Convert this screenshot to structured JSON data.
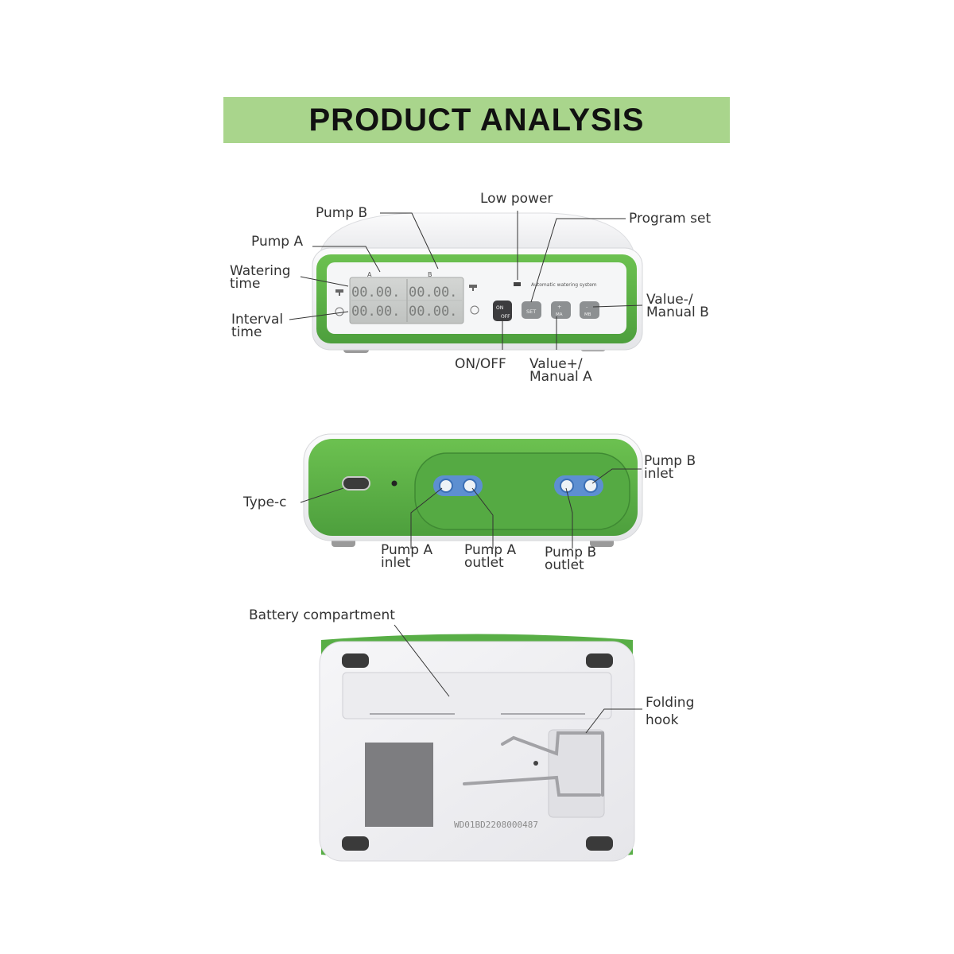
{
  "banner": {
    "title": "PRODUCT ANALYSIS"
  },
  "colors": {
    "banner_green": "#a9d58c",
    "device_green": "#5cb448",
    "device_white": "#f2f2f4",
    "lcd": "#c9ccca"
  },
  "front_view": {
    "labels": {
      "pump_b": "Pump B",
      "pump_a": "Pump A",
      "watering_time": [
        "Watering",
        "time"
      ],
      "interval_time": [
        "Interval",
        "time"
      ],
      "low_power": "Low power",
      "program_set": "Program set",
      "value_minus": [
        "Value-/",
        "Manual B"
      ],
      "on_off": "ON/OFF",
      "value_plus": [
        "Value+/",
        "Manual A"
      ]
    },
    "panel": {
      "lcd_col_a": "A",
      "lcd_col_b": "B",
      "lcd_digits": "00.00.",
      "brand_text": "Automatic watering system",
      "btn_on": "ON",
      "btn_off": "OFF",
      "btn_set": "SET",
      "btn_plus": "+",
      "btn_ma": "MA",
      "btn_minus": "-",
      "btn_mb": "MB"
    }
  },
  "side_view": {
    "labels": {
      "type_c": "Type-c",
      "pump_b_inlet": [
        "Pump B",
        "inlet"
      ],
      "pump_a_inlet": [
        "Pump A",
        "inlet"
      ],
      "pump_a_outlet": [
        "Pump A",
        "outlet"
      ],
      "pump_b_outlet": [
        "Pump B",
        "outlet"
      ]
    }
  },
  "bottom_view": {
    "labels": {
      "battery_compartment": "Battery compartment",
      "folding_hook": [
        "Folding",
        "hook"
      ]
    },
    "serial": "WD01BD2208000487"
  }
}
